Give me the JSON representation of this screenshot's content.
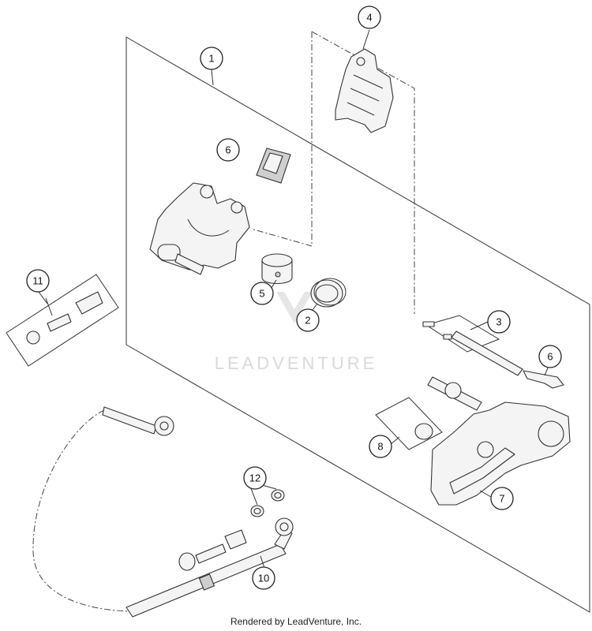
{
  "watermark": "LEADVENTURE",
  "footer": "Rendered by LeadVenture, Inc.",
  "callouts": [
    {
      "id": "callout-1",
      "label": "1"
    },
    {
      "id": "callout-2",
      "label": "2"
    },
    {
      "id": "callout-3",
      "label": "3"
    },
    {
      "id": "callout-4",
      "label": "4"
    },
    {
      "id": "callout-5",
      "label": "5"
    },
    {
      "id": "callout-6a",
      "label": "6"
    },
    {
      "id": "callout-6b",
      "label": "6"
    },
    {
      "id": "callout-7",
      "label": "7"
    },
    {
      "id": "callout-8",
      "label": "8"
    },
    {
      "id": "callout-10",
      "label": "10"
    },
    {
      "id": "callout-11",
      "label": "11"
    },
    {
      "id": "callout-12",
      "label": "12"
    }
  ]
}
